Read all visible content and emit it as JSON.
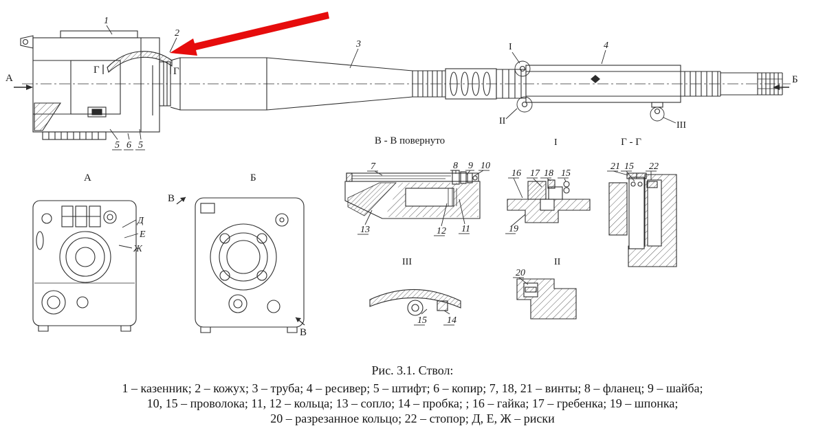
{
  "colors": {
    "line": "#2b2b2b",
    "red_arrow": "#e60c0c"
  },
  "main_view": {
    "callouts": {
      "n1": "1",
      "n2": "2",
      "n3": "3",
      "n4": "4",
      "n5a": "5",
      "n6": "6",
      "n5b": "5"
    },
    "labels": {
      "a": "А",
      "b": "Б",
      "g_left": "Г",
      "g_right": "Г",
      "i": "I",
      "ii": "II",
      "iii": "III"
    }
  },
  "views": {
    "view_a": {
      "title": "А",
      "marks": {
        "d": "Д",
        "e": "Е",
        "zh": "Ж"
      }
    },
    "view_b": {
      "title": "Б",
      "section_mark": "В"
    },
    "section_vv": {
      "title": "В - В повернуто",
      "callouts": {
        "n7": "7",
        "n8": "8",
        "n9": "9",
        "n10": "10",
        "n13": "13",
        "n12": "12",
        "n11": "11"
      }
    },
    "section_i": {
      "title": "I",
      "callouts": {
        "n16": "16",
        "n17": "17",
        "n18": "18",
        "n15": "15",
        "n19": "19"
      }
    },
    "section_gg": {
      "title": "Г - Г",
      "callouts": {
        "n21": "21",
        "n15": "15",
        "n22": "22"
      }
    },
    "section_iii": {
      "title": "III",
      "callouts": {
        "n15": "15",
        "n14": "14"
      }
    },
    "section_ii": {
      "title": "II",
      "callouts": {
        "n20": "20"
      }
    }
  },
  "caption": {
    "title": "Рис. 3.1. Ствол:",
    "legend": [
      "1 – казенник; 2 – кожух; 3 – труба; 4 – ресивер; 5 – штифт; 6 – копир; 7, 18, 21 – винты; 8 – фланец; 9 – шайба;",
      "10, 15 – проволока; 11, 12 – кольца; 13 – сопло; 14 – пробка; ; 16 – гайка; 17 – гребенка; 19 – шпонка;",
      "20 – разрезанное кольцо; 22 – стопор; Д, Е, Ж – риски"
    ]
  }
}
